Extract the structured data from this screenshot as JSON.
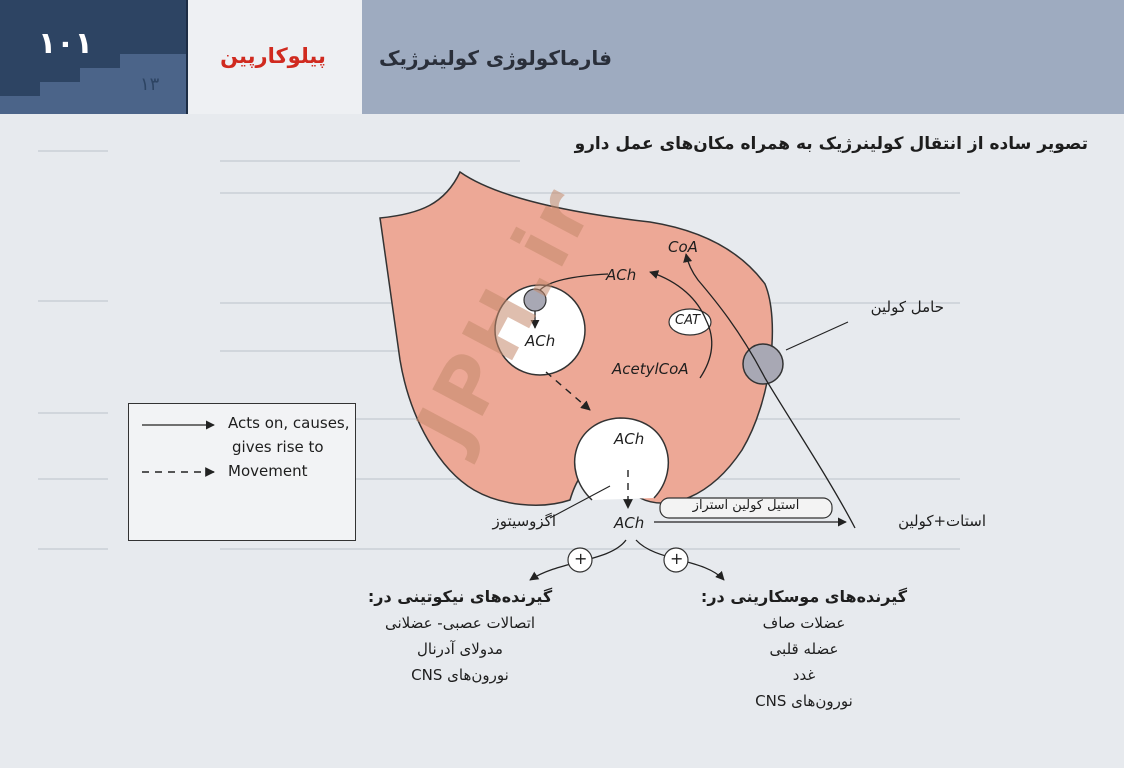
{
  "header": {
    "page_number": "۱۰۱",
    "chapter_number": "۱۳",
    "drug_name": "پیلوکارپین",
    "chapter_title": "فارماکولوژی کولینرژیک"
  },
  "diagram": {
    "title": "تصویر ساده از انتقال کولینرژیک به همراه مکان‌های عمل دارو",
    "labels": {
      "coa": "CoA",
      "ach_top": "ACh",
      "cat": "CAT",
      "ach_vesicle": "ACh",
      "acetyl_coa": "AcetylCoA",
      "ach_release": "ACh",
      "ach_cleft": "ACh",
      "choline_carrier": "حامل کولین",
      "exocytosis": "اگزوسیتوز",
      "enzyme": "استیل کولین استراز",
      "products": "استات+کولین",
      "plus_left": "+",
      "plus_right": "+"
    },
    "nicotinic": {
      "heading": "گیرنده‌های نیکوتینی در:",
      "items": [
        "اتصالات عصبی- عضلانی",
        "مدولای آدرنال",
        "نورون‌های CNS"
      ]
    },
    "muscarinic": {
      "heading": "گیرنده‌های موسکارینی در:",
      "items": [
        "عضلات صاف",
        "عضله قلبی",
        "غدد",
        "نورون‌های CNS"
      ]
    },
    "legend": {
      "acts_on_1": "Acts on, causes,",
      "acts_on_2": "gives rise to",
      "movement": "Movement"
    },
    "watermark": "JPH.ir"
  },
  "colors": {
    "header_dark": "#2d4463",
    "header_band": "#9eabc0",
    "drug_red": "#d02a1f",
    "neuron_fill": "#eda896",
    "carrier_fill": "#a8a8b4"
  }
}
